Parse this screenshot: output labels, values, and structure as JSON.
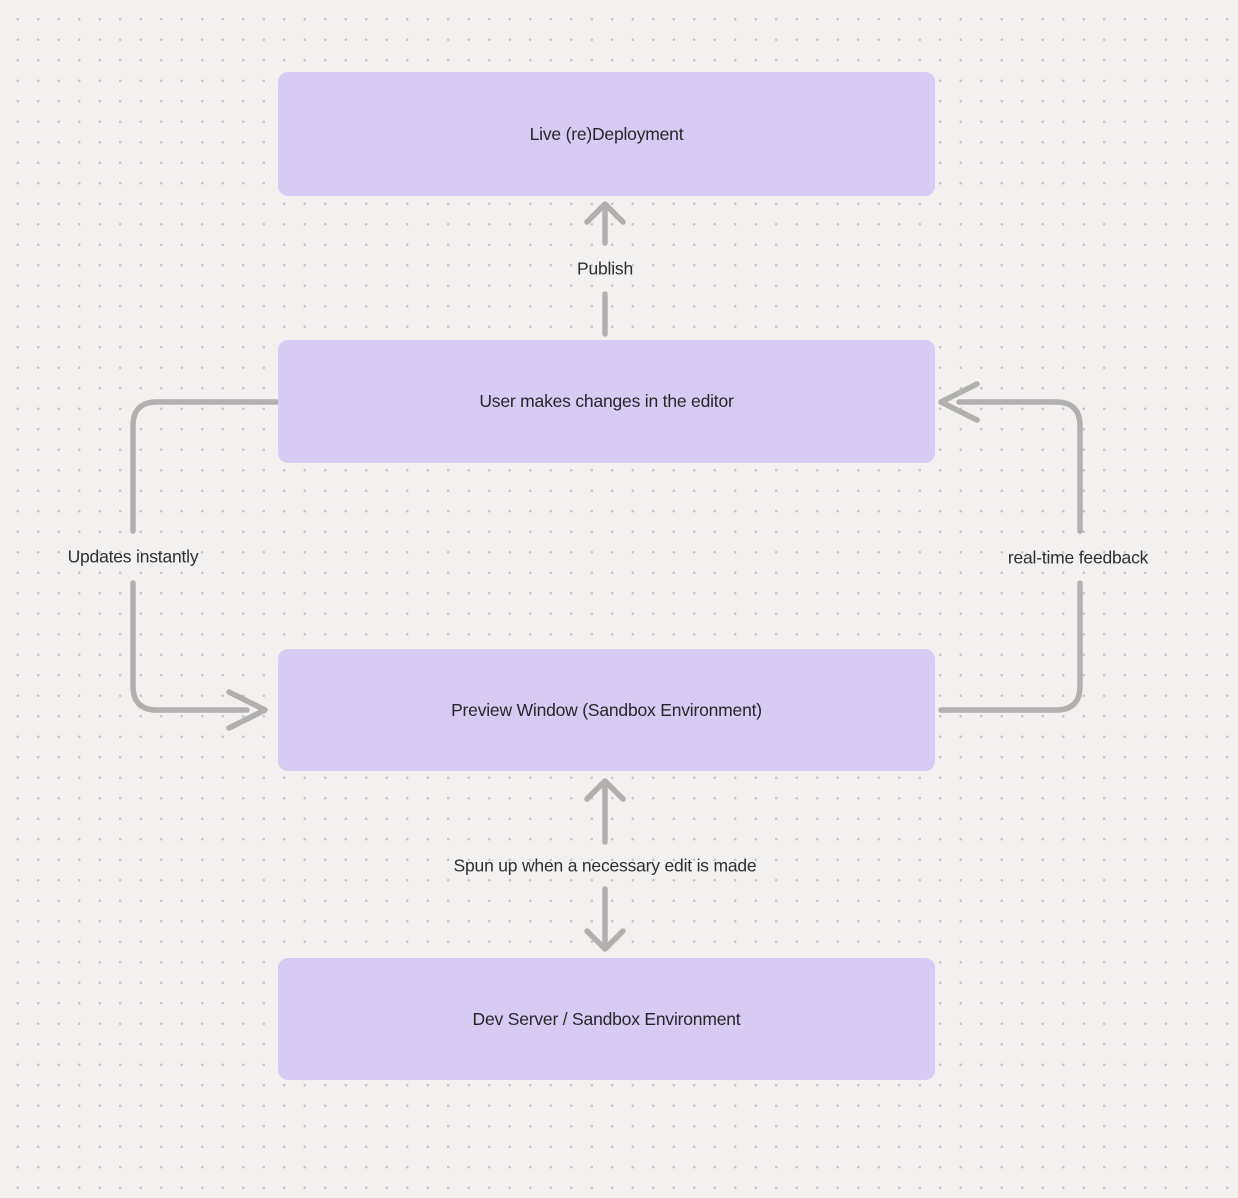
{
  "colors": {
    "background": "#f2f1f0",
    "dot_color": "#c6c4c6",
    "node_fill": "#d7cbf3",
    "node_text": "#26262b",
    "edge_color": "#b1b0af",
    "label_text": "#2e2e33"
  },
  "diagram": {
    "type": "flowchart",
    "nodes": [
      {
        "id": "live-redeployment",
        "label": "Live (re)Deployment"
      },
      {
        "id": "user-editor",
        "label": "User makes changes in the editor"
      },
      {
        "id": "preview-window",
        "label": "Preview Window (Sandbox Environment)"
      },
      {
        "id": "dev-server",
        "label": "Dev Server / Sandbox Environment"
      }
    ],
    "edges": [
      {
        "id": "publish",
        "label": "Publish",
        "from": "user-editor",
        "to": "live-redeployment",
        "direction": "up"
      },
      {
        "id": "updates-instantly",
        "label": "Updates instantly",
        "from": "user-editor",
        "to": "preview-window",
        "direction": "left-loop-down"
      },
      {
        "id": "real-time-feedback",
        "label": "real-time feedback",
        "from": "preview-window",
        "to": "user-editor",
        "direction": "right-loop-up"
      },
      {
        "id": "spun-up",
        "label": "Spun up when a necessary edit is made",
        "from": "dev-server",
        "to": "preview-window",
        "direction": "bidirectional"
      }
    ]
  }
}
